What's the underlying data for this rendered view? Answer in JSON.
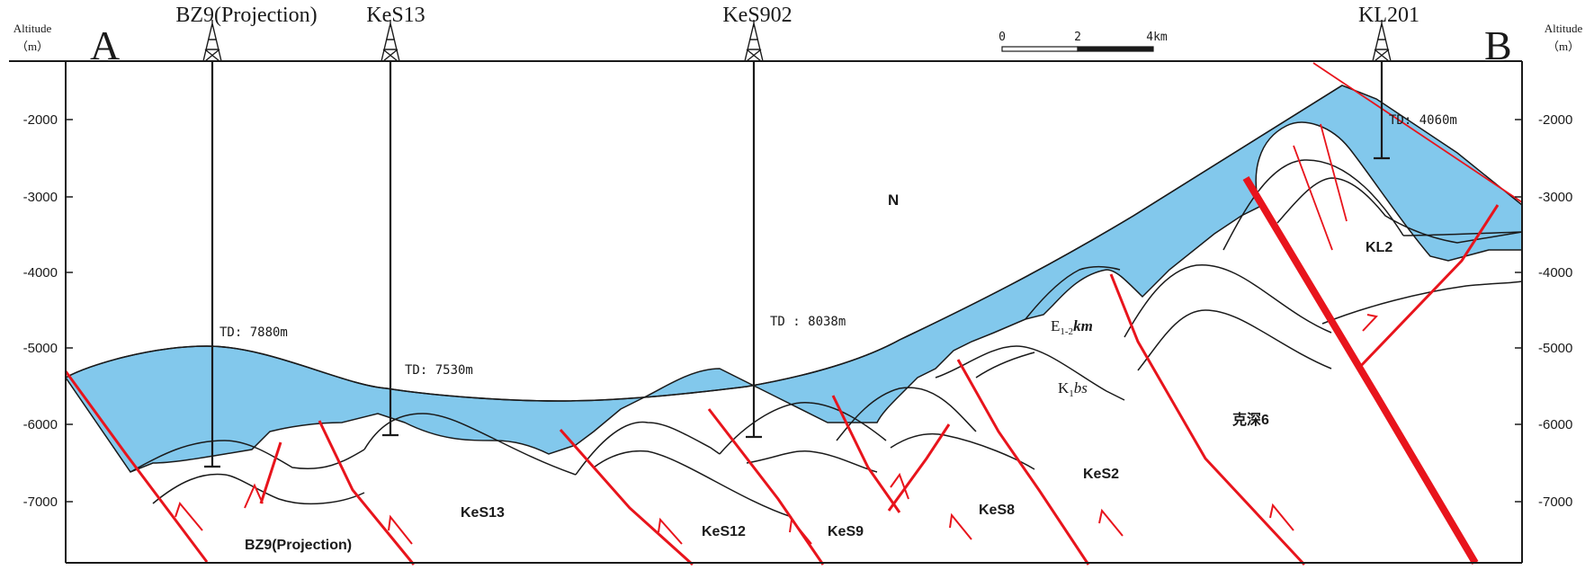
{
  "section": {
    "start_label": "A",
    "end_label": "B",
    "axis_title_left": "Altitude",
    "axis_unit_left": "（m）",
    "axis_title_right": "Altitude",
    "axis_unit_right": "（m）",
    "tick_labels": [
      "-2000",
      "-3000",
      "-4000",
      "-5000",
      "-6000",
      "-7000"
    ],
    "wells": [
      {
        "name": "BZ9(Projection)",
        "td": "TD: 7880m"
      },
      {
        "name": "KeS13",
        "td": "TD: 7530m"
      },
      {
        "name": "KeS902",
        "td": "TD : 8038m"
      },
      {
        "name": "KL201",
        "td": "TD: 4060m"
      }
    ],
    "scale_bar": {
      "labels": [
        "0",
        "2",
        "4km"
      ]
    },
    "formations": {
      "neogene": "N",
      "e12km_main": "E",
      "e12km_sub": "1-2",
      "e12km_italic": "km",
      "k1bs_main": "K",
      "k1bs_sub": "1",
      "k1bs_italic": "bs"
    },
    "structures": [
      "BZ9(Projection)",
      "KeS13",
      "KeS12",
      "KeS9",
      "KeS8",
      "KeS2",
      "克深6",
      "KL2"
    ]
  },
  "colors": {
    "paleogene_fill": "#82C8EC",
    "fault_red": "#E8141C",
    "ink": "#1a1a1a"
  }
}
